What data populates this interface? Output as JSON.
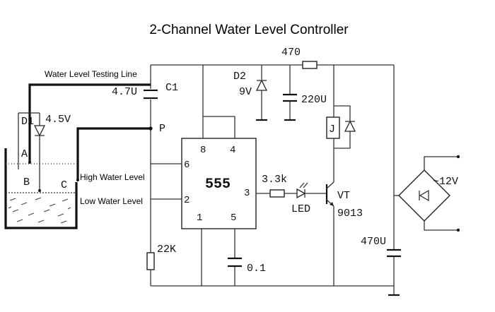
{
  "title": "2-Channel Water Level Controller",
  "annotations": {
    "testing_line": "Water Level Testing Line",
    "high_level": "High Water Level",
    "low_level": "Low Water Level"
  },
  "probes": {
    "a": "A",
    "b": "B",
    "c": "C"
  },
  "components": {
    "d1": "D1",
    "d1_value": "4.5V",
    "c1": "C1",
    "c1_value": "4.7U",
    "node_p": "P",
    "r_top": "470",
    "d2": "D2",
    "d2_value": "9V",
    "c_220": "220U",
    "relay": "J",
    "ic": "555",
    "pin8": "8",
    "pin4": "4",
    "pin6": "6",
    "pin3": "3",
    "pin2": "2",
    "pin1": "1",
    "pin5": "5",
    "r_33k": "3.3k",
    "led": "LED",
    "vt": "VT",
    "vt_value": "9013",
    "c_470": "470U",
    "r_22k": "22K",
    "c_01": "0.1",
    "supply": "~12V"
  }
}
